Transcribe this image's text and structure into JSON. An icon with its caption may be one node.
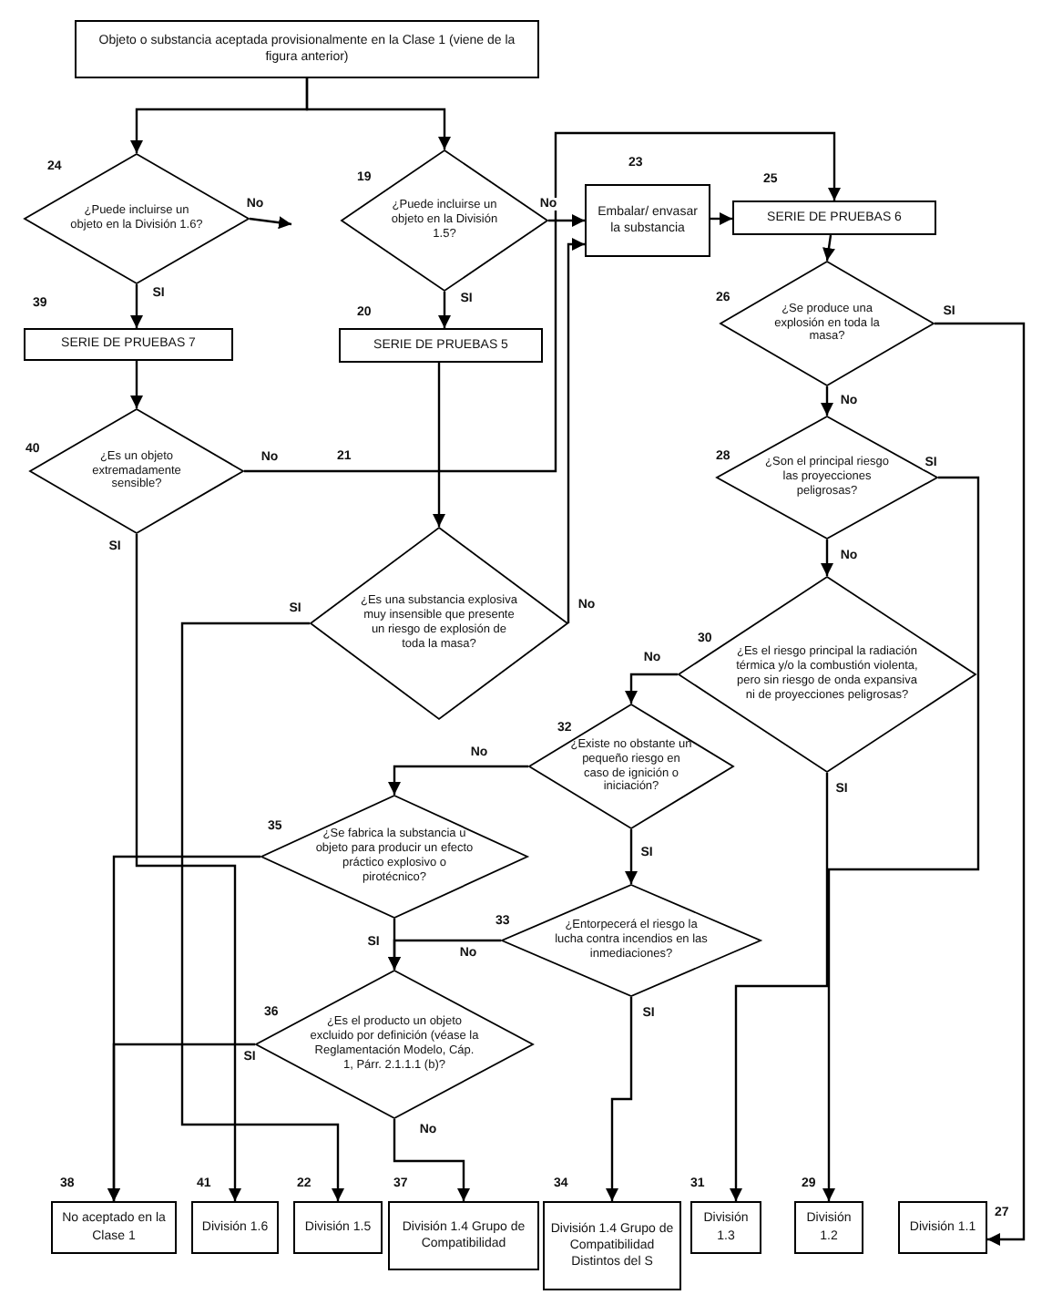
{
  "diagram": {
    "nodes": [
      {
        "text": [
          "Objeto o substancia aceptada provisionalmente en la Clase 1 (viene de la figura anterior)"
        ]
      },
      {
        "text": [
          "¿Puede incluirse un objeto en la División 1.6?"
        ],
        "beside": [
          "24"
        ]
      },
      {
        "text": [
          "¿Puede incluirse un objeto en la División 1.5?"
        ],
        "beside": [
          "19"
        ]
      },
      {
        "text": [
          "Embalar/ envasar la substancia"
        ],
        "beside": [
          "23"
        ]
      },
      {
        "text": [
          "SERIE DE PRUEBAS 6"
        ],
        "beside": [
          "25"
        ]
      },
      {
        "text": [
          "SERIE DE PRUEBAS 7"
        ],
        "beside": [
          "39"
        ]
      },
      {
        "text": [
          "SERIE DE PRUEBAS 5"
        ],
        "beside": [
          "20"
        ]
      },
      {
        "text": [
          "¿Se produce una explosión en toda la masa?"
        ],
        "beside": [
          "26"
        ]
      },
      {
        "text": [
          "¿Es un objeto extremadamente sensible?"
        ],
        "beside": [
          "40"
        ]
      },
      {
        "text": [
          "¿Son el principal riesgo las proyecciones peligrosas?"
        ],
        "beside": [
          "28"
        ]
      },
      {
        "text": [
          "¿Es una substancia explosiva muy insensible que presente un riesgo de explosión de toda la masa?"
        ]
      },
      {
        "text": [
          "¿Es el riesgo principal la radiación térmica y/o la combustión violenta, pero sin riesgo de onda expansiva ni de proyecciones peligrosas?"
        ],
        "beside": [
          "30"
        ]
      },
      {
        "text": [
          "¿Existe no obstante un pequeño riesgo en caso de ignición o iniciación?"
        ],
        "beside": [
          "32"
        ]
      },
      {
        "text": [
          "¿Se fabrica la substancia u objeto para producir un efecto práctico explosivo o pirotécnico?"
        ],
        "beside": [
          "35"
        ]
      },
      {
        "text": [
          "¿Entorpecerá el riesgo la lucha contra incendios en las inmediaciones?"
        ],
        "beside": [
          "33"
        ]
      },
      {
        "text": [
          "¿Es el producto un objeto excluido por definición (véase la Reglamentación Modelo, Cáp. 1, Párr. 2.1.1.1 (b)?"
        ],
        "beside": [
          "36"
        ]
      },
      {
        "text": [
          "No aceptado en la Clase 1"
        ],
        "beside": [
          "38"
        ]
      },
      {
        "text": [
          "División 1.6"
        ],
        "beside": [
          "41"
        ]
      },
      {
        "text": [
          "División 1.5"
        ],
        "beside": [
          "22"
        ]
      },
      {
        "text": [
          "División 1.4 Grupo de Compatibilidad"
        ],
        "beside": [
          "37"
        ]
      },
      {
        "text": [
          "División 1.4 Grupo de Compatibilidad Distintos del S"
        ],
        "beside": [
          "34"
        ]
      },
      {
        "text": [
          "División 1.3"
        ],
        "beside": [
          "31"
        ]
      },
      {
        "text": [
          "División 1.2"
        ],
        "beside": [
          "29"
        ]
      },
      {
        "text": [
          "División 1.1"
        ],
        "beside": [
          "27"
        ]
      }
    ],
    "edges": [
      {
        "from": 0,
        "to": 1,
        "arrow": "to"
      },
      {
        "from": 0,
        "to": 2,
        "arrow": "to"
      },
      {
        "from": 1,
        "to": null,
        "arrow": "to",
        "label": "No"
      },
      {
        "from": 1,
        "to": 5,
        "arrow": "to",
        "label": "SI"
      },
      {
        "from": 2,
        "to": 3,
        "arrow": "to",
        "label": "No"
      },
      {
        "from": 2,
        "to": 6,
        "arrow": "to",
        "label": "SI"
      },
      {
        "from": 3,
        "to": 4,
        "arrow": "to"
      },
      {
        "from": 5,
        "to": 8,
        "arrow": "to"
      },
      {
        "from": 8,
        "to": 4,
        "arrow": "to",
        "label": "No"
      },
      {
        "from": 8,
        "to": 17,
        "arrow": "to",
        "label": "SI"
      },
      {
        "from": 6,
        "to": 10,
        "arrow": "to"
      },
      {
        "from": 10,
        "to": 18,
        "arrow": "to",
        "label": "SI"
      },
      {
        "from": 10,
        "to": 3,
        "arrow": "to",
        "label": "No"
      },
      {
        "from": 4,
        "to": 7,
        "arrow": "to"
      },
      {
        "from": 7,
        "to": 9,
        "arrow": "to",
        "label": "No"
      },
      {
        "from": 7,
        "to": 23,
        "arrow": "to",
        "label": "SI"
      },
      {
        "from": 9,
        "to": 22,
        "arrow": "to",
        "label": "SI"
      },
      {
        "from": 9,
        "to": 11,
        "arrow": "to",
        "label": "No"
      },
      {
        "from": 11,
        "to": 12,
        "arrow": "to",
        "label": "No"
      },
      {
        "from": 11,
        "to": 21,
        "arrow": "to",
        "label": "SI"
      },
      {
        "from": 12,
        "to": 13,
        "arrow": "to",
        "label": "No"
      },
      {
        "from": 12,
        "to": 14,
        "arrow": "to",
        "label": "SI"
      },
      {
        "from": 13,
        "to": 16,
        "arrow": "to"
      },
      {
        "from": 13,
        "to": 15,
        "arrow": "to",
        "label": "SI"
      },
      {
        "from": 14,
        "to": 15,
        "arrow": "to",
        "label": "No"
      },
      {
        "from": 14,
        "to": 20,
        "arrow": "to",
        "label": "SI"
      },
      {
        "from": 15,
        "to": 16,
        "arrow": "to",
        "label": "SI"
      },
      {
        "from": 15,
        "to": 19,
        "arrow": "to",
        "label": "No"
      }
    ],
    "labels": [
      "21"
    ]
  }
}
